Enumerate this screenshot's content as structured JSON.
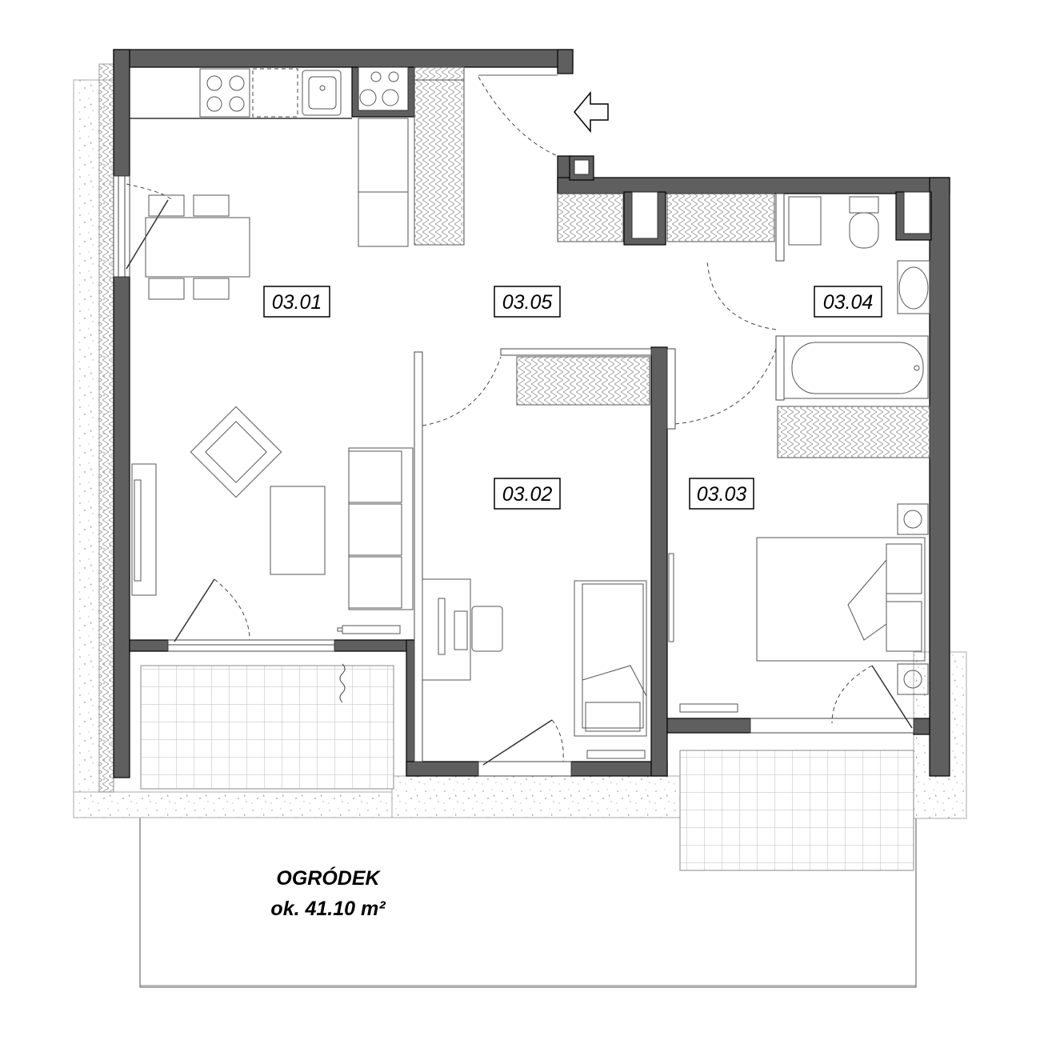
{
  "rooms": [
    {
      "id": "room-03-01",
      "label": "03.01"
    },
    {
      "id": "room-03-05",
      "label": "03.05"
    },
    {
      "id": "room-03-04",
      "label": "03.04"
    },
    {
      "id": "room-03-02",
      "label": "03.02"
    },
    {
      "id": "room-03-03",
      "label": "03.03"
    }
  ],
  "garden": {
    "name": "OGRÓDEK",
    "area": "ok. 41.10 m²"
  },
  "colors": {
    "wall": "#5f5f5f",
    "line": "#555555",
    "background": "#ffffff"
  },
  "icons": [
    "entrance-arrow-icon",
    "radiator-icon",
    "ventilation-fan-icon",
    "stove-icon",
    "sink-icon",
    "toilet-icon",
    "bathtub-icon",
    "washbasin-icon",
    "bed-icon",
    "sofa-icon",
    "armchair-icon",
    "desk-icon",
    "dining-table-icon",
    "wardrobe-icon",
    "tap-icon"
  ]
}
